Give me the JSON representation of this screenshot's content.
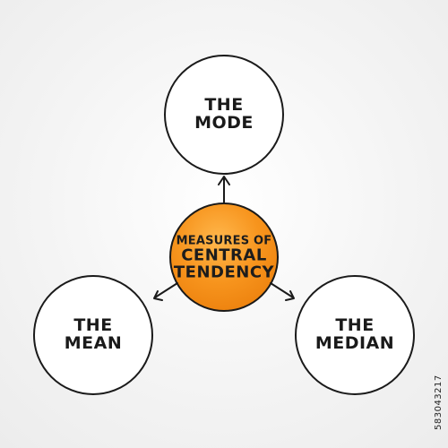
{
  "center": {
    "line1": "MEASURES OF",
    "line2": "CENTRAL",
    "line3": "TENDENCY",
    "fill_color": "#f7941d",
    "highlight_color": "#ffb84d"
  },
  "nodes": {
    "mode": {
      "line1": "THE",
      "line2": "MODE"
    },
    "mean": {
      "line1": "THE",
      "line2": "MEAN"
    },
    "median": {
      "line1": "THE",
      "line2": "MEDIAN"
    }
  },
  "stock_id": "583043217",
  "colors": {
    "stroke": "#1a1a1a",
    "background": "#f3f3f3"
  }
}
